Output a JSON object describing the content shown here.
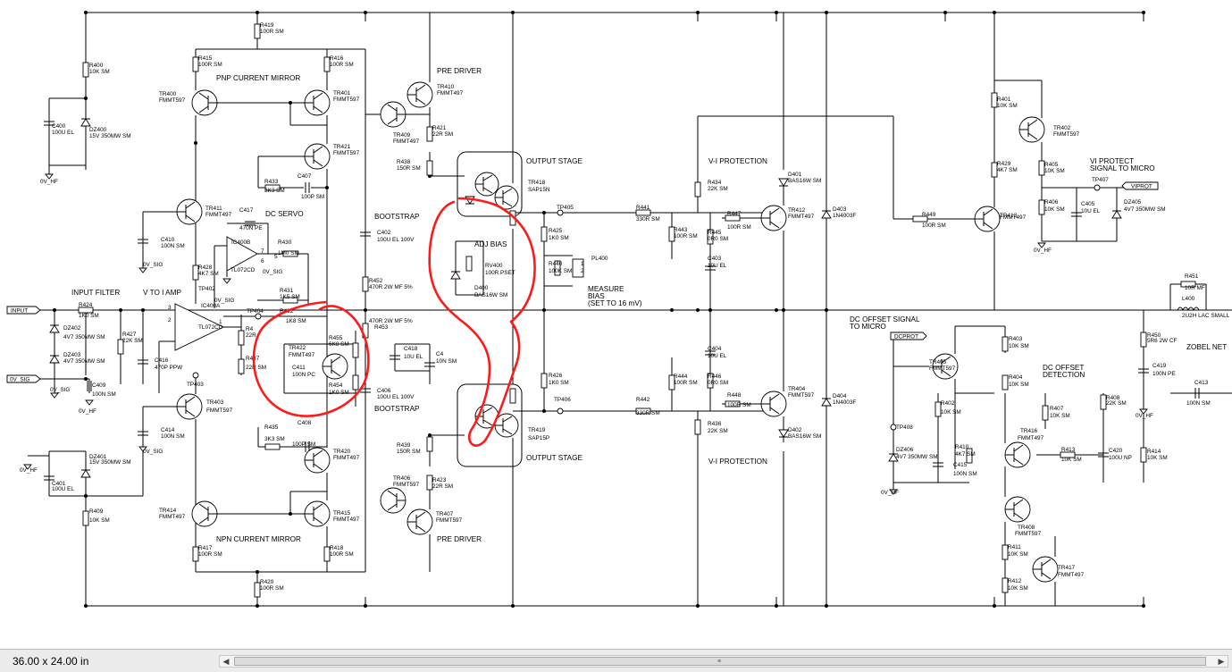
{
  "statusbar": {
    "paper_size": "36.00 x 24.00 in"
  },
  "sections": {
    "pnp_mirror": "PNP CURRENT MIRROR",
    "npn_mirror": "NPN CURRENT MIRROR",
    "pre_driver_top": "PRE DRIVER",
    "pre_driver_bottom": "PRE DRIVER",
    "dc_servo": "DC SERVO",
    "input_filter": "INPUT FILTER",
    "v_to_i": "V TO I AMP",
    "bootstrap_top": "BOOTSTRAP",
    "bootstrap_bottom": "BOOTSTRAP",
    "output_top": "OUTPUT STAGE",
    "output_bottom": "OUTPUT STAGE",
    "vi_top": "V-I PROTECTION",
    "vi_bottom": "V-I PROTECTION",
    "adj_bias": "ADJ BIAS",
    "measure_bias": "MEASURE",
    "measure_bias2": "BIAS",
    "measure_bias3": "(SET TO 16 mV)",
    "vi_protect": "VI PROTECT",
    "vi_protect2": "SIGNAL TO MICRO",
    "dc_offset_signal": "DC OFFSET SIGNAL",
    "dc_offset_signal2": "TO MICRO",
    "dc_offset_det": "DC OFFSET",
    "dc_offset_det2": "DETECTION",
    "zobel": "ZOBEL NET"
  },
  "nets": {
    "input": "INPUT",
    "ov_sig_in": "0V_SIG",
    "viprot": "VIPROT",
    "dcprot": "DCPROT"
  },
  "labels": [
    {
      "k": "t1",
      "text": "R419"
    },
    {
      "k": "t2",
      "text": "100R SM"
    },
    {
      "k": "t3",
      "text": "R400"
    },
    {
      "k": "t4",
      "text": "10K SM"
    },
    {
      "k": "t5",
      "text": "R415"
    },
    {
      "k": "t6",
      "text": "100R SM"
    },
    {
      "k": "t7",
      "text": "R416"
    },
    {
      "k": "t8",
      "text": "100R SM"
    },
    {
      "k": "t9",
      "text": "TR400"
    },
    {
      "k": "t10",
      "text": "FMMT597"
    },
    {
      "k": "t11",
      "text": "TR401"
    },
    {
      "k": "t12",
      "text": "FMMT597"
    },
    {
      "k": "t13",
      "text": "TR410"
    },
    {
      "k": "t14",
      "text": "FMMT497"
    },
    {
      "k": "t15",
      "text": "TR409"
    },
    {
      "k": "t16",
      "text": "FMMT497"
    },
    {
      "k": "t17",
      "text": "R421"
    },
    {
      "k": "t18",
      "text": "22R SM"
    },
    {
      "k": "t19",
      "text": "C400"
    },
    {
      "k": "t20",
      "text": "100U EL"
    },
    {
      "k": "t21",
      "text": "DZ400"
    },
    {
      "k": "t22",
      "text": "15V 350MW SM"
    },
    {
      "k": "t23",
      "text": "TR421"
    },
    {
      "k": "t24",
      "text": "FMMT597"
    },
    {
      "k": "t25",
      "text": "R438"
    },
    {
      "k": "t26",
      "text": "150R SM"
    },
    {
      "k": "t27",
      "text": "R433"
    },
    {
      "k": "t28",
      "text": "3K3 SM"
    },
    {
      "k": "t29",
      "text": "C407"
    },
    {
      "k": "t30",
      "text": "100P SM"
    },
    {
      "k": "t31",
      "text": "0V_HF"
    },
    {
      "k": "t32",
      "text": "TR411"
    },
    {
      "k": "t33",
      "text": "FMMT497"
    },
    {
      "k": "t34",
      "text": "C417"
    },
    {
      "k": "t35",
      "text": "470N PE"
    },
    {
      "k": "t36",
      "text": "C410"
    },
    {
      "k": "t37",
      "text": "100N SM"
    },
    {
      "k": "t38",
      "text": "0V_SIG"
    },
    {
      "k": "t39",
      "text": "IC400B"
    },
    {
      "k": "t40",
      "text": "R430"
    },
    {
      "k": "t41",
      "text": "1M0 SM"
    },
    {
      "k": "t42",
      "text": "TL072CD"
    },
    {
      "k": "t43",
      "text": "0V_SIG"
    },
    {
      "k": "t44",
      "text": "R428"
    },
    {
      "k": "t45",
      "text": "4K7 SM"
    },
    {
      "k": "t46",
      "text": "TP402"
    },
    {
      "k": "t47",
      "text": "0V_SIG"
    },
    {
      "k": "t48",
      "text": "R431"
    },
    {
      "k": "t49",
      "text": "1K5 SM"
    },
    {
      "k": "t50",
      "text": "R432"
    },
    {
      "k": "t51",
      "text": "1K8 SM"
    },
    {
      "k": "t52",
      "text": "R424"
    },
    {
      "k": "t53",
      "text": "1K0 SM"
    },
    {
      "k": "t54",
      "text": "IC400A"
    },
    {
      "k": "t55",
      "text": "TL072CD"
    },
    {
      "k": "t56",
      "text": "TP404"
    },
    {
      "k": "t57",
      "text": "R4"
    },
    {
      "k": "t58",
      "text": "22R"
    },
    {
      "k": "t59",
      "text": "R437"
    },
    {
      "k": "t60",
      "text": "22R SM"
    },
    {
      "k": "t61",
      "text": "DZ402"
    },
    {
      "k": "t62",
      "text": "4V7 350MW SM"
    },
    {
      "k": "t63",
      "text": "R427"
    },
    {
      "k": "t64",
      "text": "22K SM"
    },
    {
      "k": "t65",
      "text": "C416"
    },
    {
      "k": "t66",
      "text": "470P PPW"
    },
    {
      "k": "t67",
      "text": "DZ403"
    },
    {
      "k": "t68",
      "text": "4V7 350MW SM"
    },
    {
      "k": "t69",
      "text": "C409"
    },
    {
      "k": "t70",
      "text": "100N SM"
    },
    {
      "k": "t71",
      "text": "0V_SIG"
    },
    {
      "k": "t72",
      "text": "0V_HF"
    },
    {
      "k": "t73",
      "text": "TP403"
    },
    {
      "k": "t74",
      "text": "TR403"
    },
    {
      "k": "t75",
      "text": "FMMT597"
    },
    {
      "k": "t76",
      "text": "C414"
    },
    {
      "k": "t77",
      "text": "100N SM"
    },
    {
      "k": "t78",
      "text": "0V_SIG"
    },
    {
      "k": "t79",
      "text": "R435"
    },
    {
      "k": "t80",
      "text": "3K3 SM"
    },
    {
      "k": "t81",
      "text": "C408"
    },
    {
      "k": "t82",
      "text": "100P SM"
    },
    {
      "k": "t83",
      "text": "TR420"
    },
    {
      "k": "t84",
      "text": "FMMT497"
    },
    {
      "k": "t85",
      "text": "TR414"
    },
    {
      "k": "t86",
      "text": "FMMT497"
    },
    {
      "k": "t87",
      "text": "TR415"
    },
    {
      "k": "t88",
      "text": "FMMT497"
    },
    {
      "k": "t89",
      "text": "R417"
    },
    {
      "k": "t90",
      "text": "100R SM"
    },
    {
      "k": "t91",
      "text": "R418"
    },
    {
      "k": "t92",
      "text": "100R SM"
    },
    {
      "k": "t93",
      "text": "R420"
    },
    {
      "k": "t94",
      "text": "100R SM"
    },
    {
      "k": "t95",
      "text": "R409"
    },
    {
      "k": "t96",
      "text": "10K SM"
    },
    {
      "k": "t97",
      "text": "C401"
    },
    {
      "k": "t98",
      "text": "100U EL"
    },
    {
      "k": "t99",
      "text": "DZ401"
    },
    {
      "k": "t100",
      "text": "15V 350MW SM"
    },
    {
      "k": "t101",
      "text": "0V_HF"
    },
    {
      "k": "t102",
      "text": "TR422"
    },
    {
      "k": "t103",
      "text": "FMMT497"
    },
    {
      "k": "t104",
      "text": "C411"
    },
    {
      "k": "t105",
      "text": "100N PC"
    },
    {
      "k": "t106",
      "text": "R455"
    },
    {
      "k": "t107",
      "text": "6K8 SM"
    },
    {
      "k": "t108",
      "text": "R454"
    },
    {
      "k": "t109",
      "text": "1K0 SM"
    },
    {
      "k": "t110",
      "text": "C402"
    },
    {
      "k": "t111",
      "text": "100U EL 100V"
    },
    {
      "k": "t112",
      "text": "R452"
    },
    {
      "k": "t113",
      "text": "470R 2W MF 5%"
    },
    {
      "k": "t114",
      "text": "470R 2W MF 5%"
    },
    {
      "k": "t115",
      "text": "R453"
    },
    {
      "k": "t116",
      "text": "C418"
    },
    {
      "k": "t117",
      "text": "10U EL"
    },
    {
      "k": "t118",
      "text": "C4"
    },
    {
      "k": "t119",
      "text": "10N SM"
    },
    {
      "k": "t120",
      "text": "C406"
    },
    {
      "k": "t121",
      "text": "100U EL 100V"
    },
    {
      "k": "t122",
      "text": "R439"
    },
    {
      "k": "t123",
      "text": "150R SM"
    },
    {
      "k": "t124",
      "text": "TR406"
    },
    {
      "k": "t125",
      "text": "FMMT597"
    },
    {
      "k": "t126",
      "text": "R423"
    },
    {
      "k": "t127",
      "text": "22R SM"
    },
    {
      "k": "t128",
      "text": "TR407"
    },
    {
      "k": "t129",
      "text": "FMMT597"
    },
    {
      "k": "t130",
      "text": "TR418"
    },
    {
      "k": "t131",
      "text": "SAP15N"
    },
    {
      "k": "t132",
      "text": "TP405"
    },
    {
      "k": "t133",
      "text": "R425"
    },
    {
      "k": "t134",
      "text": "1K0 SM"
    },
    {
      "k": "t135",
      "text": "RV400"
    },
    {
      "k": "t136",
      "text": "100R PSET"
    },
    {
      "k": "t137",
      "text": "D400"
    },
    {
      "k": "t138",
      "text": "BAS16W SM"
    },
    {
      "k": "t139",
      "text": "R440"
    },
    {
      "k": "t140",
      "text": "100K SM"
    },
    {
      "k": "t141",
      "text": "PL400"
    },
    {
      "k": "t142",
      "text": "R426"
    },
    {
      "k": "t143",
      "text": "1K0 SM"
    },
    {
      "k": "t144",
      "text": "TP406"
    },
    {
      "k": "t145",
      "text": "TR419"
    },
    {
      "k": "t146",
      "text": "SAP15P"
    },
    {
      "k": "t147",
      "text": "R441"
    },
    {
      "k": "t148",
      "text": "330R SM"
    },
    {
      "k": "t149",
      "text": "R443"
    },
    {
      "k": "t150",
      "text": "100R SM"
    },
    {
      "k": "t151",
      "text": "R434"
    },
    {
      "k": "t152",
      "text": "22K SM"
    },
    {
      "k": "t153",
      "text": "R447"
    },
    {
      "k": "t154",
      "text": "100R SM"
    },
    {
      "k": "t155",
      "text": "R445"
    },
    {
      "k": "t156",
      "text": "0R0 SM"
    },
    {
      "k": "t157",
      "text": "C403"
    },
    {
      "k": "t158",
      "text": "10U EL"
    },
    {
      "k": "t159",
      "text": "TR412"
    },
    {
      "k": "t160",
      "text": "FMMT497"
    },
    {
      "k": "t161",
      "text": "D401"
    },
    {
      "k": "t162",
      "text": "BAS16W SM"
    },
    {
      "k": "t163",
      "text": "D403"
    },
    {
      "k": "t164",
      "text": "1N4003F"
    },
    {
      "k": "t165",
      "text": "R442"
    },
    {
      "k": "t166",
      "text": "330R SM"
    },
    {
      "k": "t167",
      "text": "R444"
    },
    {
      "k": "t168",
      "text": "100R SM"
    },
    {
      "k": "t169",
      "text": "C404"
    },
    {
      "k": "t170",
      "text": "10U EL"
    },
    {
      "k": "t171",
      "text": "R446"
    },
    {
      "k": "t172",
      "text": "0R0 SM"
    },
    {
      "k": "t173",
      "text": "R448"
    },
    {
      "k": "t174",
      "text": "100R SM"
    },
    {
      "k": "t175",
      "text": "R436"
    },
    {
      "k": "t176",
      "text": "22K SM"
    },
    {
      "k": "t177",
      "text": "TR404"
    },
    {
      "k": "t178",
      "text": "FMMT597"
    },
    {
      "k": "t179",
      "text": "D402"
    },
    {
      "k": "t180",
      "text": "BAS16W SM"
    },
    {
      "k": "t181",
      "text": "D404"
    },
    {
      "k": "t182",
      "text": "1N4003F"
    },
    {
      "k": "t183",
      "text": "R449"
    },
    {
      "k": "t184",
      "text": "100R SM"
    },
    {
      "k": "t185",
      "text": "R401"
    },
    {
      "k": "t186",
      "text": "10K SM"
    },
    {
      "k": "t187",
      "text": "TR402"
    },
    {
      "k": "t188",
      "text": "FMMT597"
    },
    {
      "k": "t189",
      "text": "R429"
    },
    {
      "k": "t190",
      "text": "4K7 SM"
    },
    {
      "k": "t191",
      "text": "TR413"
    },
    {
      "k": "t192",
      "text": "FMMT497"
    },
    {
      "k": "t193",
      "text": "R405"
    },
    {
      "k": "t194",
      "text": "10K SM"
    },
    {
      "k": "t195",
      "text": "TP407"
    },
    {
      "k": "t196",
      "text": "R406"
    },
    {
      "k": "t197",
      "text": "10K SM"
    },
    {
      "k": "t198",
      "text": "C405"
    },
    {
      "k": "t199",
      "text": "10U EL"
    },
    {
      "k": "t200",
      "text": "DZ405"
    },
    {
      "k": "t201",
      "text": "4V7 350MW SM"
    },
    {
      "k": "t202",
      "text": "0V_HF"
    },
    {
      "k": "t203",
      "text": "R451"
    },
    {
      "k": "t204",
      "text": "10R MF"
    },
    {
      "k": "t205",
      "text": "L400"
    },
    {
      "k": "t206",
      "text": "2U2H LAC SMALL"
    },
    {
      "k": "t207",
      "text": "R450"
    },
    {
      "k": "t208",
      "text": "5R6 2W CF"
    },
    {
      "k": "t209",
      "text": "C419"
    },
    {
      "k": "t210",
      "text": "100N PE"
    },
    {
      "k": "t211",
      "text": "0V_HF"
    },
    {
      "k": "t212",
      "text": "C413"
    },
    {
      "k": "t213",
      "text": "100N SM"
    },
    {
      "k": "t214",
      "text": "R403"
    },
    {
      "k": "t215",
      "text": "10K SM"
    },
    {
      "k": "t216",
      "text": "TR405"
    },
    {
      "k": "t217",
      "text": "FMMT597"
    },
    {
      "k": "t218",
      "text": "R404"
    },
    {
      "k": "t219",
      "text": "10K SM"
    },
    {
      "k": "t220",
      "text": "R402"
    },
    {
      "k": "t221",
      "text": "10K SM"
    },
    {
      "k": "t222",
      "text": "TP408"
    },
    {
      "k": "t223",
      "text": "DZ406"
    },
    {
      "k": "t224",
      "text": "4V7 350MW SM"
    },
    {
      "k": "t225",
      "text": "R410"
    },
    {
      "k": "t226",
      "text": "4K7 SM"
    },
    {
      "k": "t227",
      "text": "C415"
    },
    {
      "k": "t228",
      "text": "100N SM"
    },
    {
      "k": "t229",
      "text": "0V_HF"
    },
    {
      "k": "t230",
      "text": "R407"
    },
    {
      "k": "t231",
      "text": "10K SM"
    },
    {
      "k": "t232",
      "text": "TR416"
    },
    {
      "k": "t233",
      "text": "FMMT497"
    },
    {
      "k": "t234",
      "text": "R408"
    },
    {
      "k": "t235",
      "text": "22K SM"
    },
    {
      "k": "t236",
      "text": "R413"
    },
    {
      "k": "t237",
      "text": "10K SM"
    },
    {
      "k": "t238",
      "text": "C420"
    },
    {
      "k": "t239",
      "text": "100U NP"
    },
    {
      "k": "t240",
      "text": "R414"
    },
    {
      "k": "t241",
      "text": "10K SM"
    },
    {
      "k": "t242",
      "text": "TR408"
    },
    {
      "k": "t243",
      "text": "FMMT597"
    },
    {
      "k": "t244",
      "text": "R411"
    },
    {
      "k": "t245",
      "text": "10K SM"
    },
    {
      "k": "t246",
      "text": "TR417"
    },
    {
      "k": "t247",
      "text": "FMMT497"
    },
    {
      "k": "t248",
      "text": "R412"
    },
    {
      "k": "t249",
      "text": "10K SM"
    },
    {
      "k": "t250",
      "text": "1"
    },
    {
      "k": "t251",
      "text": "2"
    },
    {
      "k": "t252",
      "text": "3"
    },
    {
      "k": "t253",
      "text": "2"
    },
    {
      "k": "t254",
      "text": "1"
    },
    {
      "k": "t255",
      "text": "5"
    },
    {
      "k": "t256",
      "text": "6"
    },
    {
      "k": "t257",
      "text": "7"
    }
  ]
}
